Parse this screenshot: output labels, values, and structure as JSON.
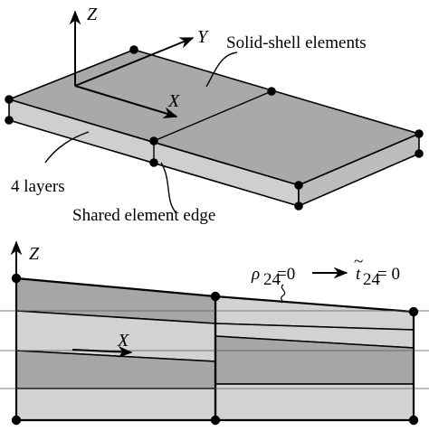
{
  "top_view": {
    "axis_z": "Z",
    "axis_y": "Y",
    "axis_x": "X",
    "label_solid_shell": "Solid-shell elements",
    "label_layers": "4 layers",
    "label_shared_edge": "Shared element edge"
  },
  "side_view": {
    "axis_z": "Z",
    "axis_x": "X",
    "rho_symbol": "ρ",
    "rho_subscript": "24",
    "rho_value": "=0",
    "t_symbol": "t",
    "t_tilde": "~",
    "t_subscript": "24",
    "t_value": " = 0"
  },
  "colors": {
    "face_light": "#d2d2d2",
    "face_dark": "#a6a6a6",
    "stroke": "#000000"
  }
}
